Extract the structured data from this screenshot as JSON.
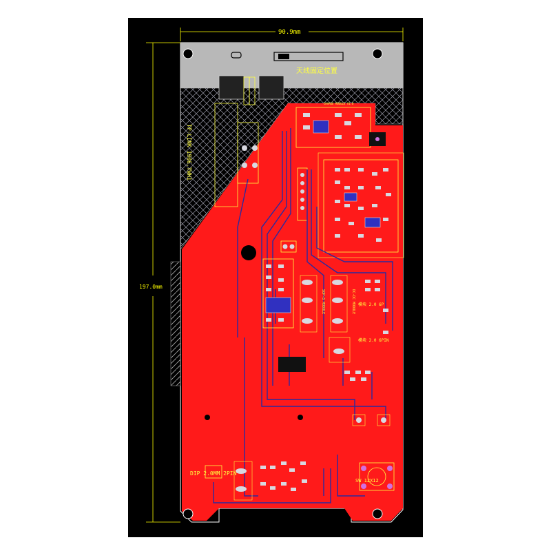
{
  "dimensions": {
    "width_label": "90.9mm",
    "height_label": "197.0mm"
  },
  "labels": {
    "antenna_note": "天线固定位置",
    "top_header": "CHARGE MODULE V1.0",
    "silk_vertical_left": "TP-LINK 1906.TWH1",
    "connector_bottom_left": "DIP 2.0MM 2PIN",
    "switch_bottom_right": "SW 12X12",
    "module_left": "SOP-8 MODULE",
    "module_right": "DC-DC MODULE",
    "module_mid_1": "模块 2.0 6P",
    "module_mid_2": "模块 2.0 6PIN"
  },
  "colors": {
    "background": "#000000",
    "board_outline": "#ffffff",
    "copper": "#ff1a1a",
    "trace": "#2a2aa0",
    "dimension": "#ffff00",
    "hatch": "#9a9aa8",
    "pad": "#d8d8e0",
    "silk": "#ffff40"
  }
}
